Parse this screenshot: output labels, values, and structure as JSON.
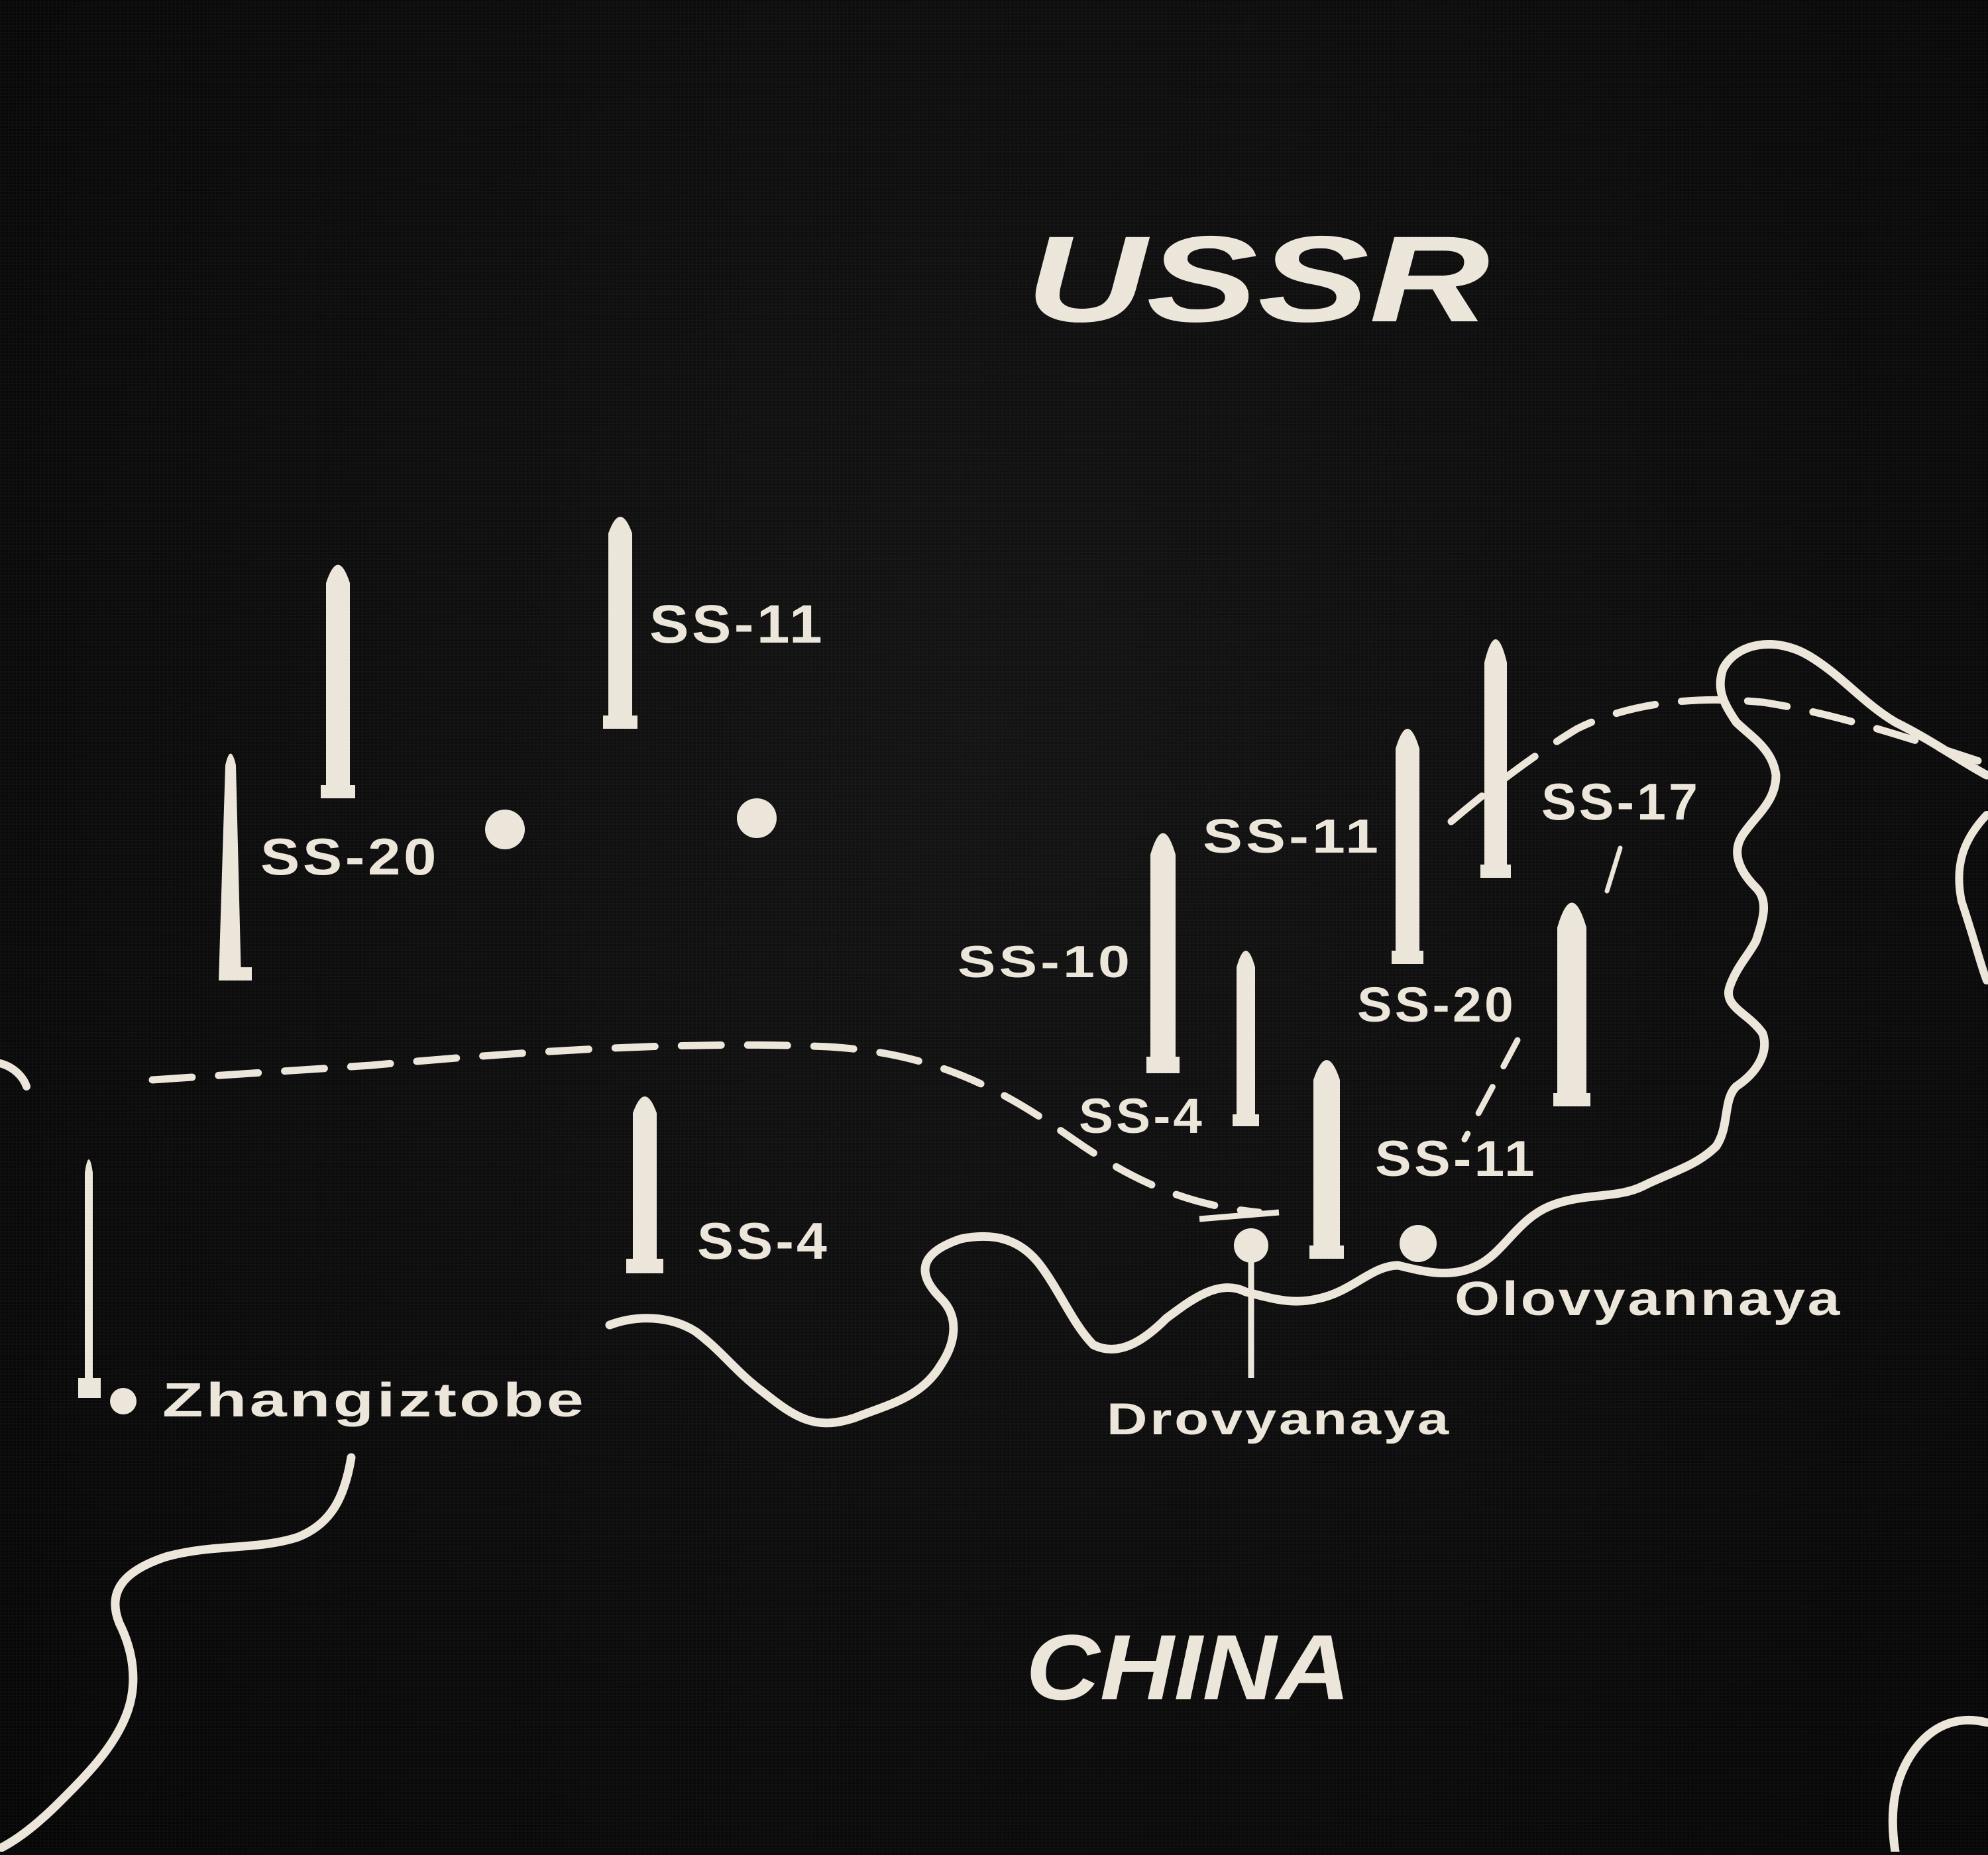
{
  "map": {
    "countries": {
      "ussr": "USSR",
      "china": "CHINA"
    },
    "missile_labels": {
      "ss11_top": "SS-11",
      "ss20_left": "SS-20",
      "ss11_east": "SS-11",
      "ss17": "SS-17",
      "ss10": "SS-10",
      "ss20_east": "SS-20",
      "ss4_mid": "SS-4",
      "ss4_center": "SS-4",
      "ss11_low": "SS-11"
    },
    "places": {
      "zhangiztobe": "Zhangiztobe",
      "drovyanaya": "Drovyanaya",
      "olovyannaya": "Olovyannaya"
    },
    "colors": {
      "background": "#0b0b0b",
      "ink": "#ece6da"
    }
  }
}
